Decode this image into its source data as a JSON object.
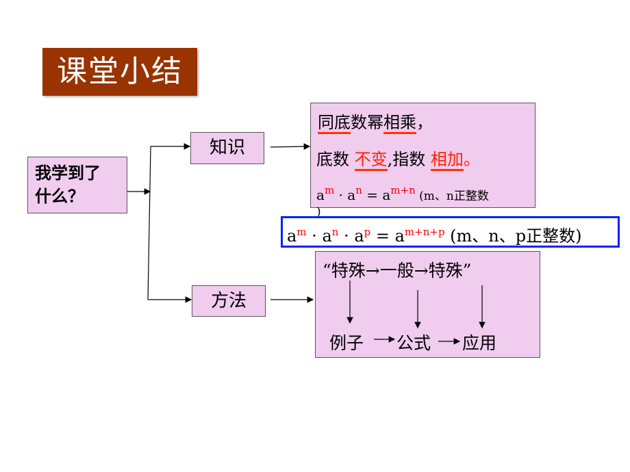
{
  "title": "课堂小结",
  "question": {
    "line1": "我学到了",
    "line2": "什么？"
  },
  "nodes": {
    "knowledge": "知识",
    "method": "方法"
  },
  "knowledge_box": {
    "line1_a": "同底",
    "line1_b": "数幂",
    "line1_c": "相乘",
    "line1_d": "，",
    "line2_a": "底数 ",
    "line2_b": "不变",
    "line2_c": ",指数 ",
    "line2_d": "相加",
    "line2_e": "。",
    "formula": {
      "base1": "a",
      "exp1": "m",
      "dot1": " · ",
      "base2": "a",
      "exp2": "n",
      "eq": " = ",
      "base3": "a",
      "exp3": "m+n",
      "cond": " (m、n正整数",
      "close": ")"
    }
  },
  "extended_formula": {
    "base1": "a",
    "exp1": "m",
    "dot1": " · ",
    "base2": "a",
    "exp2": "n",
    "dot2": " · ",
    "base3": "a",
    "exp3": "p",
    "eq": " = ",
    "base4": "a",
    "exp4": "m+n+p",
    "cond": " (m、n、p正整数)"
  },
  "method_box": {
    "top": "“特殊→一般→特殊”",
    "bottom_a": "例子",
    "bottom_b": "公式",
    "bottom_c": "应用"
  },
  "colors": {
    "title_bg": "#993300",
    "box_fill": "#f0ccef",
    "highlight": "#ff2200",
    "formula_border": "#0022ff"
  }
}
